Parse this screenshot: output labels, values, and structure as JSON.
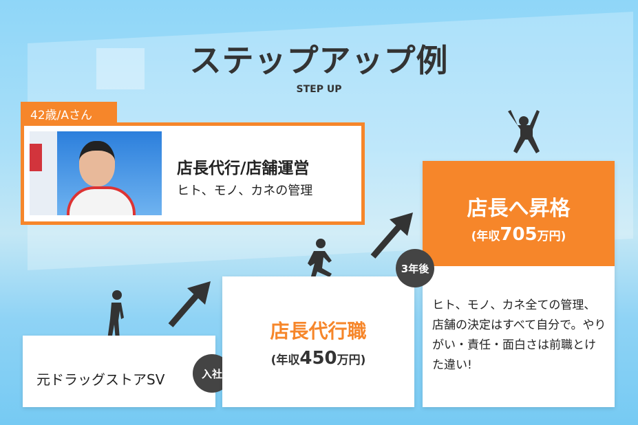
{
  "title": "ステップアップ例",
  "subtitle": "STEP UP",
  "profile": {
    "tag": "42歳/Aさん",
    "role": "店長代行/店舗運営",
    "description": "ヒト、モノ、カネの管理"
  },
  "steps": [
    {
      "label": "元ドラッグストアSV",
      "badge": "入社"
    },
    {
      "label": "店長代行職",
      "salary_prefix": "(年収",
      "salary_value": "450",
      "salary_suffix": "万円)"
    },
    {
      "label": "店長へ昇格",
      "salary_prefix": "(年収",
      "salary_value": "705",
      "salary_suffix": "万円)",
      "badge": "3年後",
      "description": "ヒト、モノ、カネ全ての管理、店舗の決定はすべて自分で。やりがい・責任・面白さは前職とけた違い!"
    }
  ],
  "colors": {
    "accent": "#f6862a",
    "dark": "#444444",
    "background": "#8fd6f8"
  }
}
